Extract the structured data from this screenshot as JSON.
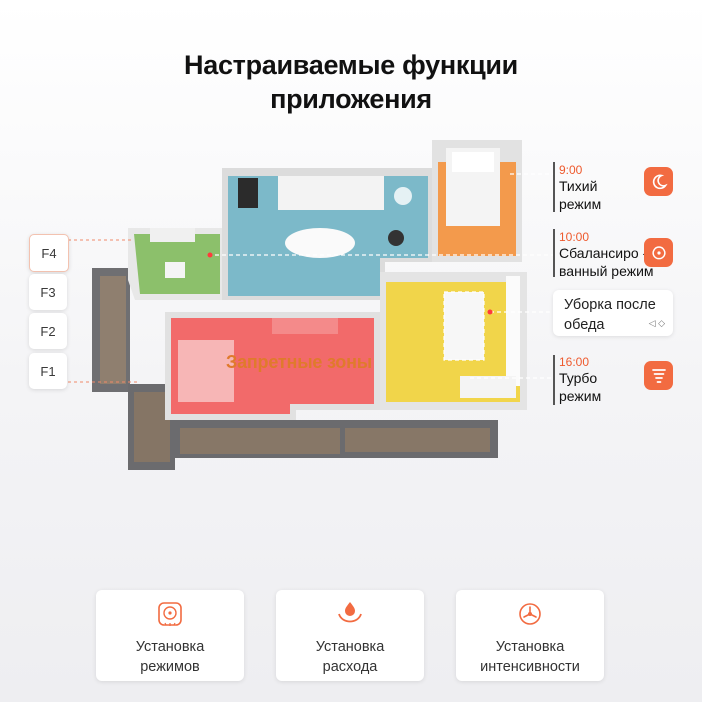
{
  "title": {
    "line1": "Настраиваемые функции",
    "line2": "приложения"
  },
  "floors": [
    "F4",
    "F3",
    "F2",
    "F1"
  ],
  "active_floor": "F4",
  "zone_label": "Запретные зоны",
  "schedule": [
    {
      "time": "9:00",
      "name_line1": "Тихий",
      "name_line2": "режим",
      "icon": "moon-icon"
    },
    {
      "time": "10:00",
      "name_line1": "Сбалансиро -",
      "name_line2": "ванный режим",
      "icon": "swirl-icon"
    },
    {
      "time": "",
      "name_line1": "Уборка после",
      "name_line2": "обеда",
      "icon": "arrows-icon"
    },
    {
      "time": "16:00",
      "name_line1": "Турбо",
      "name_line2": "режим",
      "icon": "tornado-icon"
    }
  ],
  "cards": [
    {
      "line1": "Установка",
      "line2": "режимов",
      "icon": "fan-mode-icon"
    },
    {
      "line1": "Установка",
      "line2": "расхода",
      "icon": "water-drop-icon"
    },
    {
      "line1": "Установка",
      "line2": "интенсивности",
      "icon": "intensity-icon"
    }
  ],
  "colors": {
    "accent": "#f26b41",
    "time": "#ee5a2e",
    "zone_label": "#e07a2c",
    "room_blue": "#7cb9c9",
    "room_green": "#8cc06b",
    "room_orange": "#f39a4c",
    "room_yellow": "#f1d54a",
    "room_red": "#f26a6a"
  }
}
